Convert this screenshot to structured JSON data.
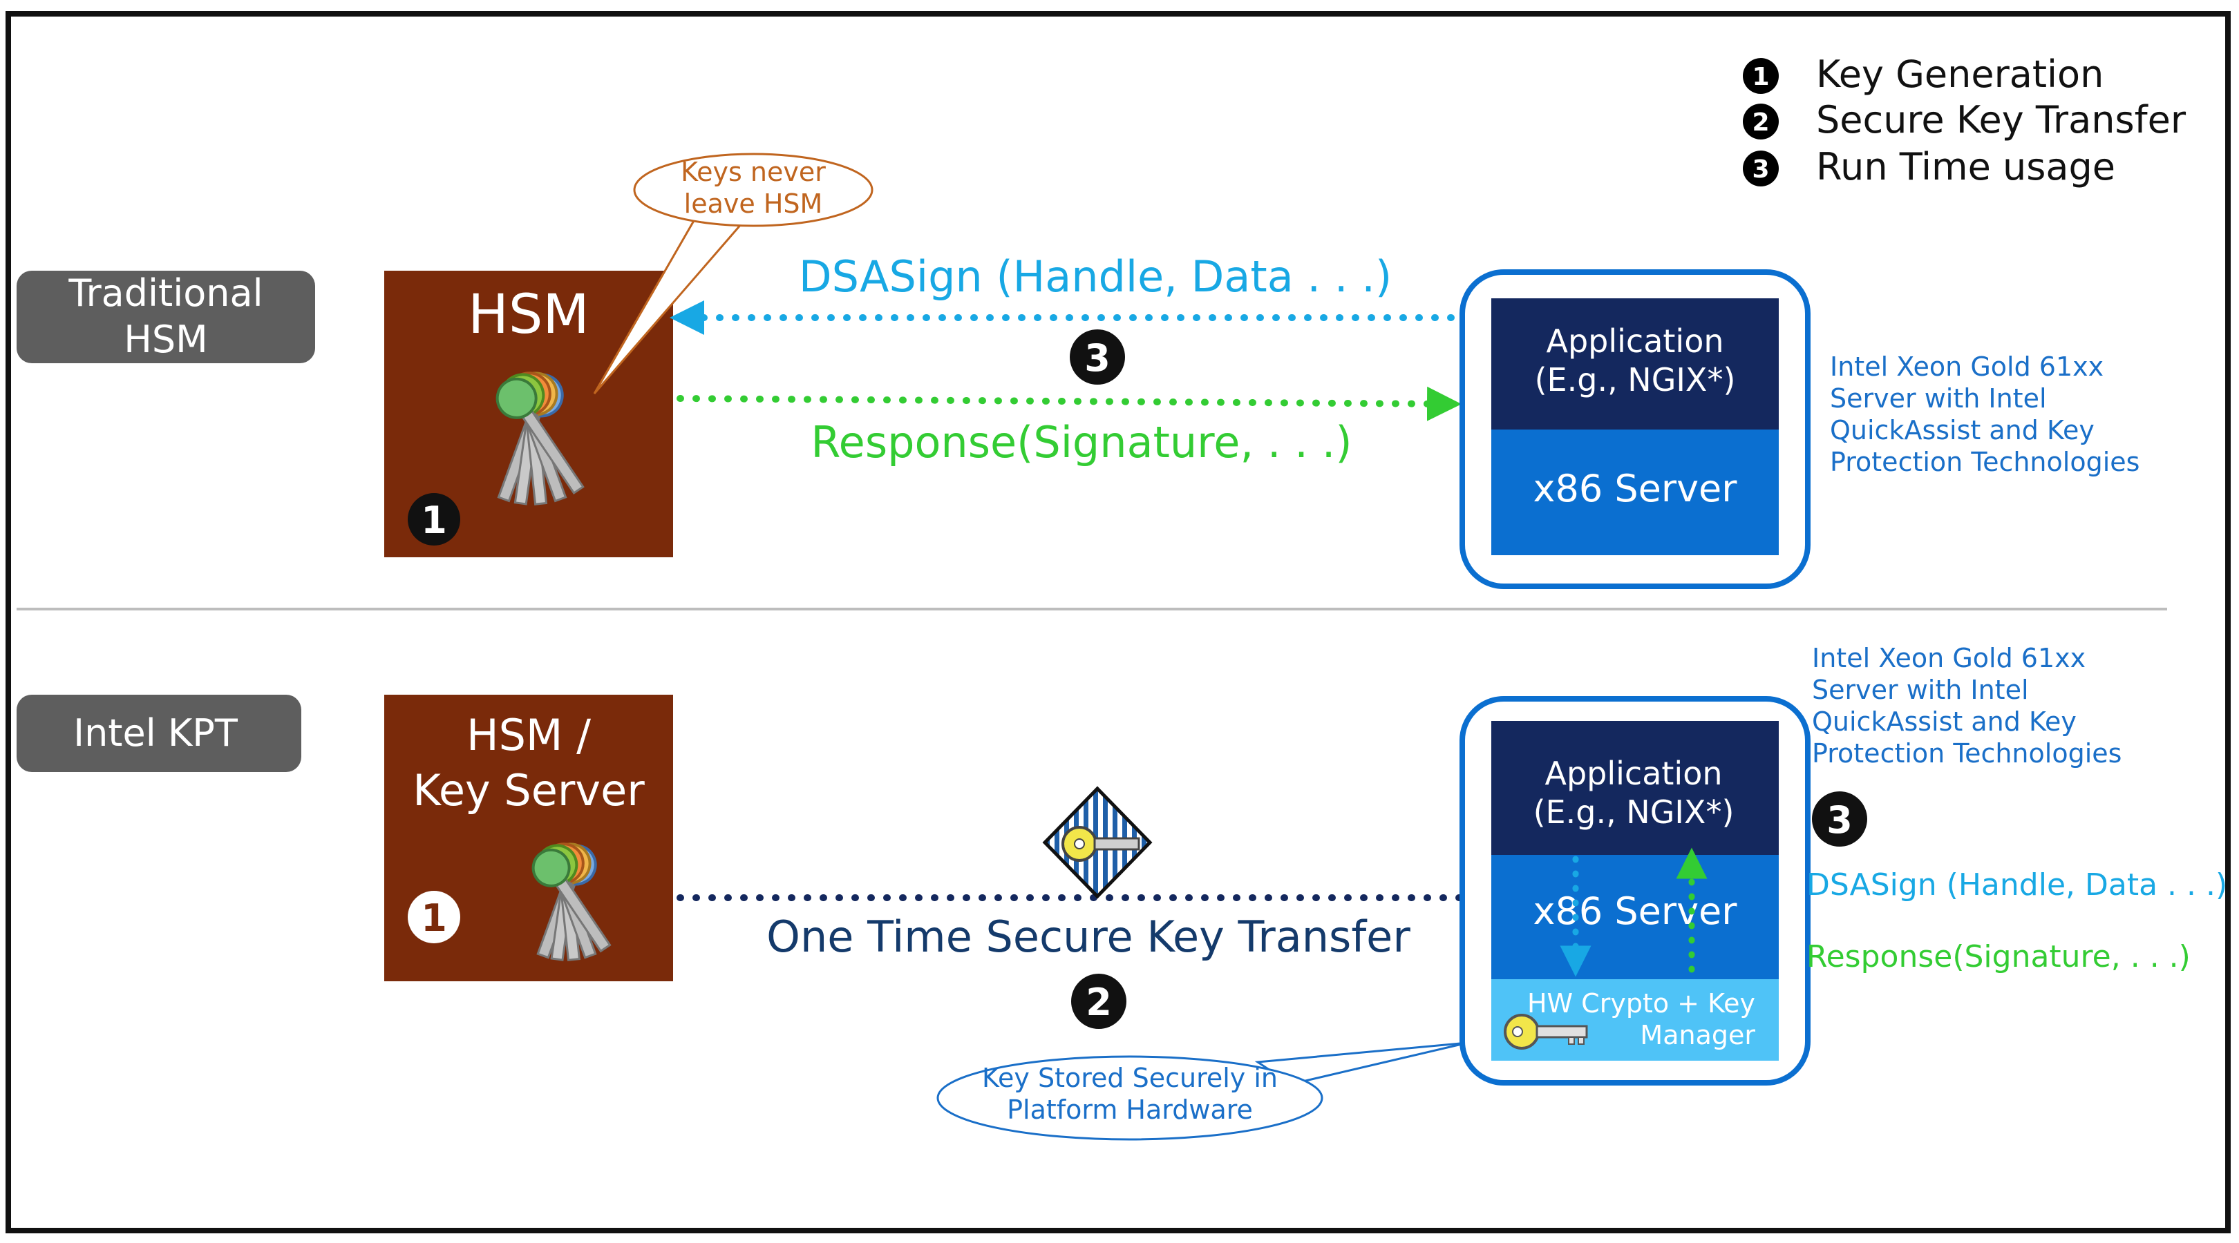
{
  "legend": [
    {
      "num": "1",
      "label": "Key Generation"
    },
    {
      "num": "2",
      "label": "Secure Key Transfer"
    },
    {
      "num": "3",
      "label": "Run Time usage"
    }
  ],
  "traditional": {
    "section_label_line1": "Traditional",
    "section_label_line2": "HSM",
    "hsm_title": "HSM",
    "callout_line1": "Keys never",
    "callout_line2": "leave HSM",
    "request_label": "DSASign (Handle, Data . . .)",
    "response_label": "Response(Signature, . . .)",
    "step_number": "3",
    "hsm_step_number": "1",
    "app_line1": "Application",
    "app_line2": "(E.g., NGIX*)",
    "server_label": "x86 Server",
    "server_desc": [
      "Intel Xeon Gold 61xx",
      "Server with Intel",
      "QuickAssist and Key",
      "Protection Technologies"
    ]
  },
  "kpt": {
    "section_label": "Intel KPT",
    "hsm_title_line1": "HSM /",
    "hsm_title_line2": "Key Server",
    "hsm_step_number": "1",
    "transfer_label": "One Time Secure Key Transfer",
    "transfer_step_number": "2",
    "runtime_step_number": "3",
    "app_line1": "Application",
    "app_line2": "(E.g., NGIX*)",
    "server_label": "x86 Server",
    "crypto_line1": "HW Crypto + Key",
    "crypto_line2": "Manager",
    "callout_line1": "Key Stored Securely in",
    "callout_line2": "Platform Hardware",
    "request_label": "DSASign (Handle, Data . . .)",
    "response_label": "Response(Signature, . . .)",
    "server_desc": [
      "Intel Xeon Gold 61xx",
      "Server with Intel",
      "QuickAssist and Key",
      "Protection Technologies"
    ]
  },
  "colors": {
    "hsm_brown": "#7a2a0a",
    "app_navy": "#14285e",
    "server_blue": "#0b6fd0",
    "crypto_light": "#4fc3f7",
    "frame_blue": "#0b6fd0",
    "request_cyan": "#18a8e4",
    "response_green": "#33cc33",
    "callout_brown": "#c0651f",
    "desc_blue": "#1a6fc8",
    "transfer_navy": "#143a6b",
    "label_gray": "#5e5e5e"
  }
}
